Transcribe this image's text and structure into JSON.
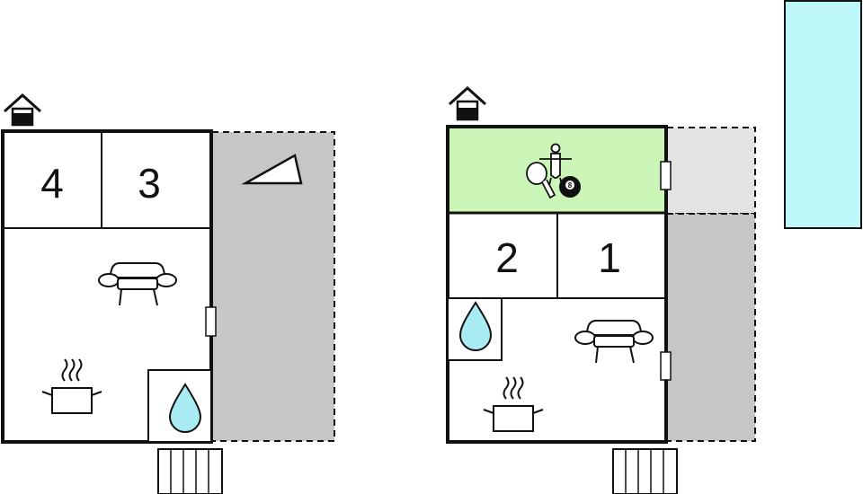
{
  "floor_plans": [
    {
      "level": "ground",
      "rooms": [
        {
          "label": "4",
          "type": "bedroom"
        },
        {
          "label": "3",
          "type": "bedroom"
        },
        {
          "label": "",
          "type": "living-kitchen",
          "icons": [
            "sofa-icon",
            "cooking-pot-icon"
          ]
        },
        {
          "label": "",
          "type": "bathroom",
          "icons": [
            "water-drop-icon"
          ]
        }
      ],
      "outdoor": {
        "type": "terrace",
        "icons": [
          "triangle-sign-icon"
        ]
      },
      "entrance_icon": "house-entrance-icon"
    },
    {
      "level": "upper",
      "rooms": [
        {
          "label": "",
          "type": "activity-room",
          "fill": "#ccf5b8",
          "icons": [
            "table-foosball-icon",
            "table-tennis-icon",
            "billiard-ball-icon"
          ]
        },
        {
          "label": "2",
          "type": "bedroom"
        },
        {
          "label": "1",
          "type": "bedroom"
        },
        {
          "label": "",
          "type": "bathroom",
          "icons": [
            "water-drop-icon"
          ]
        },
        {
          "label": "",
          "type": "living-kitchen",
          "icons": [
            "sofa-icon",
            "cooking-pot-icon"
          ]
        }
      ],
      "outdoor": {
        "type": "terrace"
      },
      "entrance_icon": "house-entrance-icon"
    }
  ],
  "pool": {
    "type": "swimming-pool",
    "color": "#bff8fb"
  },
  "colors": {
    "wall": "#111111",
    "terrace": "#c6c6c6",
    "terrace_light": "#e3e3e3",
    "activity_room": "#ccf5b8",
    "pool": "#bff8fb",
    "water": "#a9ebf2"
  },
  "billiard_ball_number": "8"
}
